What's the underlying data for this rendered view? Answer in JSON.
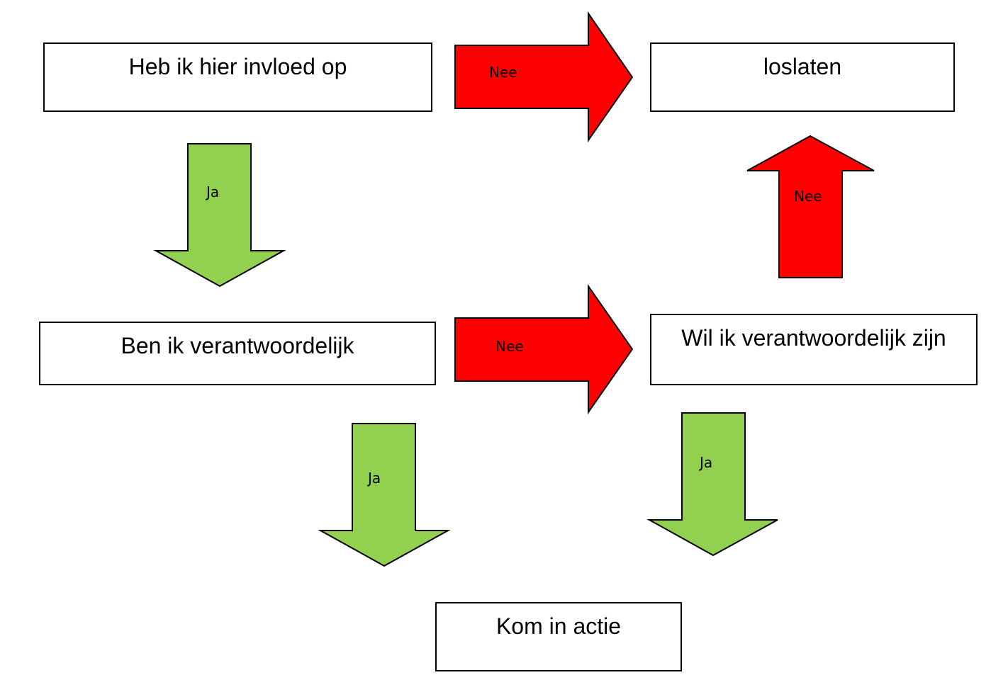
{
  "colors": {
    "no_arrow": "#ff0000",
    "yes_arrow": "#92d050",
    "stroke": "#000000"
  },
  "nodes": {
    "influence": "Heb ik hier invloed op",
    "let_go": "loslaten",
    "responsible": "Ben ik verantwoordelijk",
    "want_responsible": "Wil ik verantwoordelijk zijn",
    "act": "Kom in actie"
  },
  "edges": {
    "influence_no": "Nee",
    "influence_yes": "Ja",
    "responsible_no": "Nee",
    "responsible_yes": "Ja",
    "want_no": "Nee",
    "want_yes": "Ja"
  }
}
